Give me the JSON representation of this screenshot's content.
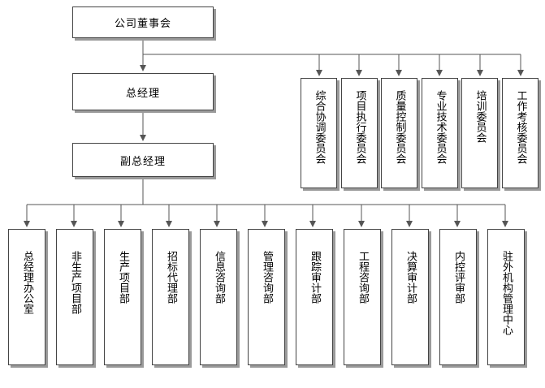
{
  "top": {
    "board": "公司董事会",
    "gm": "总经理",
    "deputy": "副总经理"
  },
  "committees": [
    "综合协调委员会",
    "项目执行委员会",
    "质量控制委员会",
    "专业技术委员会",
    "培训委员会",
    "工作考核委员会"
  ],
  "departments": [
    "总经理办公室",
    "非生产项目部",
    "生产项目部",
    "招标代理部",
    "信息咨询部",
    "管理咨询部",
    "跟踪审计部",
    "工程咨询部",
    "决算审计部",
    "内控评审部",
    "驻外机构管理中心"
  ]
}
